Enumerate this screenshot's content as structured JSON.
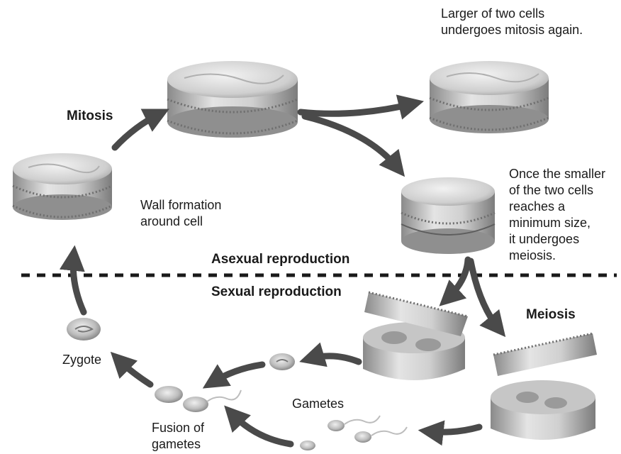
{
  "labels": {
    "mitosis": "Mitosis",
    "meiosis": "Meiosis",
    "asexual": "Asexual reproduction",
    "sexual": "Sexual reproduction",
    "larger_cell": [
      "Larger of two cells",
      "undergoes mitosis again."
    ],
    "smaller_cell": [
      "Once the smaller",
      "of the two cells",
      "reaches a",
      "minimum size,",
      "it undergoes",
      "meiosis."
    ],
    "wall_formation": [
      "Wall formation",
      "around cell"
    ],
    "zygote": "Zygote",
    "gametes": "Gametes",
    "fusion": [
      "Fusion of",
      "gametes"
    ]
  },
  "colors": {
    "cell_light": "#e6e6e6",
    "cell_mid": "#b8b8b8",
    "cell_dark": "#7a7a7a",
    "arrow": "#4a4a4a",
    "divider": "#1a1a1a"
  }
}
